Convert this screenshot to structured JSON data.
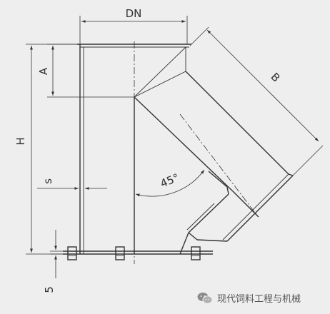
{
  "labels": {
    "dn": "DN",
    "a": "A",
    "b": "B",
    "h": "H",
    "s": "s",
    "five": "5",
    "angle": "45°"
  },
  "watermark": {
    "text": "现代饲料工程与机械",
    "icon": "wechat-icon"
  }
}
